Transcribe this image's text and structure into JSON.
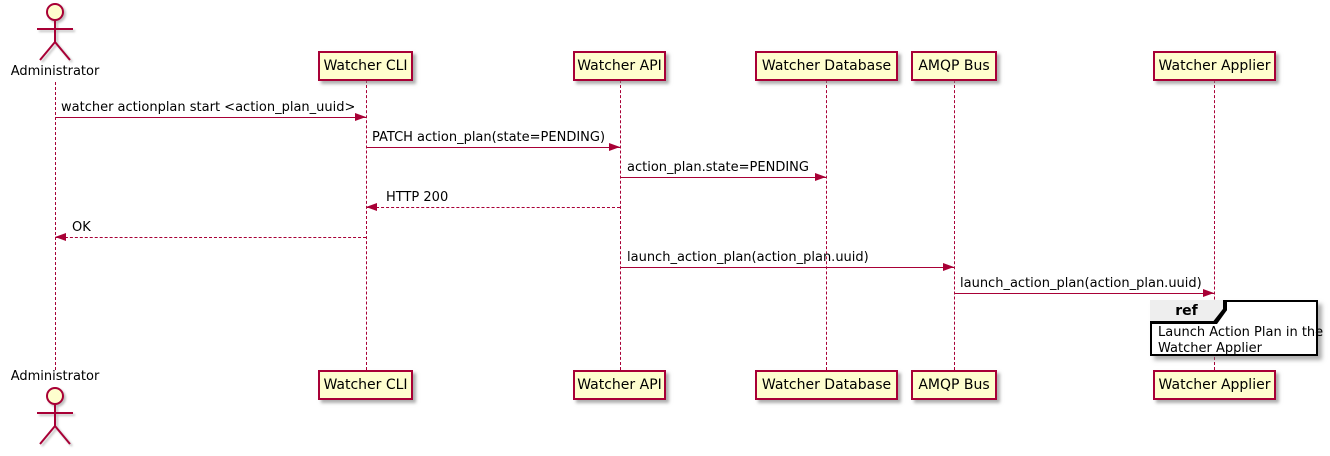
{
  "colors": {
    "accent": "#A80036",
    "participant_fill": "#FEFECE",
    "ref_header_fill": "#EEEEEE",
    "ref_border": "#000000",
    "background": "#FFFFFF"
  },
  "actor": {
    "label": "Administrator"
  },
  "participants": [
    {
      "label": "Watcher CLI"
    },
    {
      "label": "Watcher API"
    },
    {
      "label": "Watcher Database"
    },
    {
      "label": "AMQP Bus"
    },
    {
      "label": "Watcher Applier"
    }
  ],
  "messages": [
    {
      "from": "Administrator",
      "to": "Watcher CLI",
      "text": "watcher actionplan start <action_plan_uuid>",
      "line": "solid"
    },
    {
      "from": "Watcher CLI",
      "to": "Watcher API",
      "text": "PATCH action_plan(state=PENDING)",
      "line": "solid"
    },
    {
      "from": "Watcher API",
      "to": "Watcher Database",
      "text": "action_plan.state=PENDING",
      "line": "solid"
    },
    {
      "from": "Watcher API",
      "to": "Watcher CLI",
      "text": "HTTP 200",
      "line": "dashed"
    },
    {
      "from": "Watcher CLI",
      "to": "Administrator",
      "text": "OK",
      "line": "dashed"
    },
    {
      "from": "Watcher API",
      "to": "AMQP Bus",
      "text": "launch_action_plan(action_plan.uuid)",
      "line": "solid"
    },
    {
      "from": "AMQP Bus",
      "to": "Watcher Applier",
      "text": "launch_action_plan(action_plan.uuid)",
      "line": "solid"
    }
  ],
  "ref": {
    "keyword": "ref",
    "line1": "Launch Action Plan in the",
    "line2": "Watcher Applier"
  }
}
